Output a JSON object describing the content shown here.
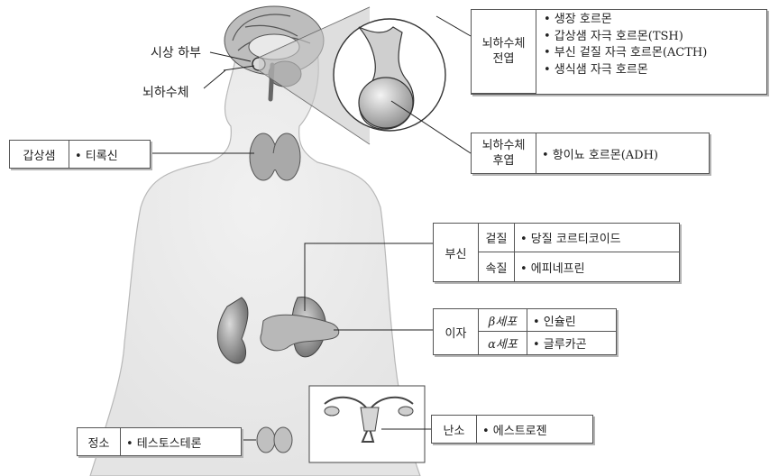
{
  "labels": {
    "hypothalamus": "시상 하부",
    "pituitary": "뇌하수체"
  },
  "anterior": {
    "head_line1": "뇌하수체",
    "head_line2": "전엽",
    "items": [
      "• 생장 호르몬",
      "• 갑상샘 자극 호르몬(TSH)",
      "• 부신 겉질 자극 호르몬(ACTH)",
      "• 생식샘 자극 호르몬"
    ]
  },
  "posterior": {
    "head_line1": "뇌하수체",
    "head_line2": "후엽",
    "item": "• 항이뇨 호르몬(ADH)"
  },
  "thyroid": {
    "head": "갑상샘",
    "item": "• 티록신"
  },
  "adrenal": {
    "head": "부신",
    "cortex": "겉질",
    "cortex_item": "• 당질 코르티코이드",
    "medulla": "속질",
    "medulla_item": "• 에피네프린"
  },
  "pancreas": {
    "head": "이자",
    "beta": "β세포",
    "beta_item": "• 인슐린",
    "alpha": "α세포",
    "alpha_item": "• 글루카곤"
  },
  "ovary": {
    "head": "난소",
    "item": "• 에스트로젠"
  },
  "testis": {
    "head": "정소",
    "item": "• 테스토스테론"
  }
}
